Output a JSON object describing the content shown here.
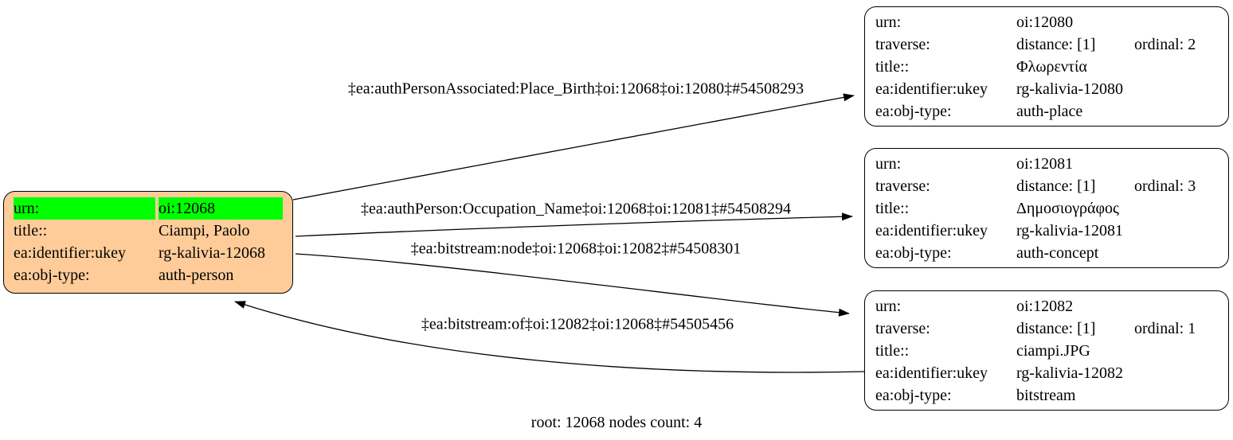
{
  "caption": "root: 12068 nodes count: 4",
  "colors": {
    "root_fill": "#ffcc99",
    "highlight": "#00ff00",
    "node_fill": "#ffffff",
    "line": "#000000"
  },
  "root_node": {
    "rows": {
      "urn": {
        "key": "urn:",
        "value": "oi:12068"
      },
      "title": {
        "key": "title::",
        "value": "Ciampi, Paolo"
      },
      "ukey": {
        "key": "ea:identifier:ukey",
        "value": "rg-kalivia-12068"
      },
      "objtype": {
        "key": "ea:obj-type:",
        "value": "auth-person"
      }
    }
  },
  "nodes": [
    {
      "rows": {
        "urn": {
          "key": "urn:",
          "value": "oi:12080"
        },
        "traverse": {
          "key": "traverse:",
          "distance": "distance: [1]",
          "ordinal": "ordinal: 2"
        },
        "title": {
          "key": "title::",
          "value": "Φλωρεντία"
        },
        "ukey": {
          "key": "ea:identifier:ukey",
          "value": "rg-kalivia-12080"
        },
        "objtype": {
          "key": "ea:obj-type:",
          "value": "auth-place"
        }
      }
    },
    {
      "rows": {
        "urn": {
          "key": "urn:",
          "value": "oi:12081"
        },
        "traverse": {
          "key": "traverse:",
          "distance": "distance: [1]",
          "ordinal": "ordinal: 3"
        },
        "title": {
          "key": "title::",
          "value": "Δημοσιογράφος"
        },
        "ukey": {
          "key": "ea:identifier:ukey",
          "value": "rg-kalivia-12081"
        },
        "objtype": {
          "key": "ea:obj-type:",
          "value": "auth-concept"
        }
      }
    },
    {
      "rows": {
        "urn": {
          "key": "urn:",
          "value": "oi:12082"
        },
        "traverse": {
          "key": "traverse:",
          "distance": "distance: [1]",
          "ordinal": "ordinal: 1"
        },
        "title": {
          "key": "title::",
          "value": "ciampi.JPG"
        },
        "ukey": {
          "key": "ea:identifier:ukey",
          "value": "rg-kalivia-12082"
        },
        "objtype": {
          "key": "ea:obj-type:",
          "value": "bitstream"
        }
      }
    }
  ],
  "edges": [
    {
      "label": "‡ea:authPersonAssociated:Place_Birth‡oi:12068‡oi:12080‡#54508293"
    },
    {
      "label": "‡ea:authPerson:Occupation_Name‡oi:12068‡oi:12081‡#54508294"
    },
    {
      "label": "‡ea:bitstream:node‡oi:12068‡oi:12082‡#54508301"
    },
    {
      "label": "‡ea:bitstream:of‡oi:12082‡oi:12068‡#54505456"
    }
  ]
}
